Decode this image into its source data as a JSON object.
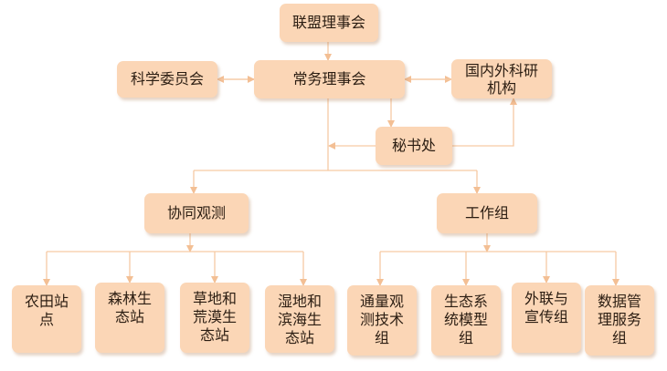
{
  "nodes": {
    "council": "联盟理事会",
    "science_committee": "科学委员会",
    "standing_council": "常务理事会",
    "domestic_foreign": [
      "国内外科研",
      "机构"
    ],
    "secretariat": "秘书处",
    "cooperative_observation": "协同观测",
    "working_groups": "工作组",
    "farmland": [
      "农田站",
      "点"
    ],
    "forest": [
      "森林生",
      "态站"
    ],
    "grassland": [
      "草地和",
      "荒漠生",
      "态站"
    ],
    "wetland": [
      "湿地和",
      "滨海生",
      "态站"
    ],
    "flux": [
      "通量观",
      "测技术",
      "组"
    ],
    "ecosystem_model": [
      "生态系",
      "统模型",
      "组"
    ],
    "outreach": [
      "外联与",
      "宣传组"
    ],
    "data_service": [
      "数据管",
      "理服务",
      "组"
    ]
  },
  "colors": {
    "box_fill": "#fbd6b6",
    "connector": "#f6c9a3"
  }
}
